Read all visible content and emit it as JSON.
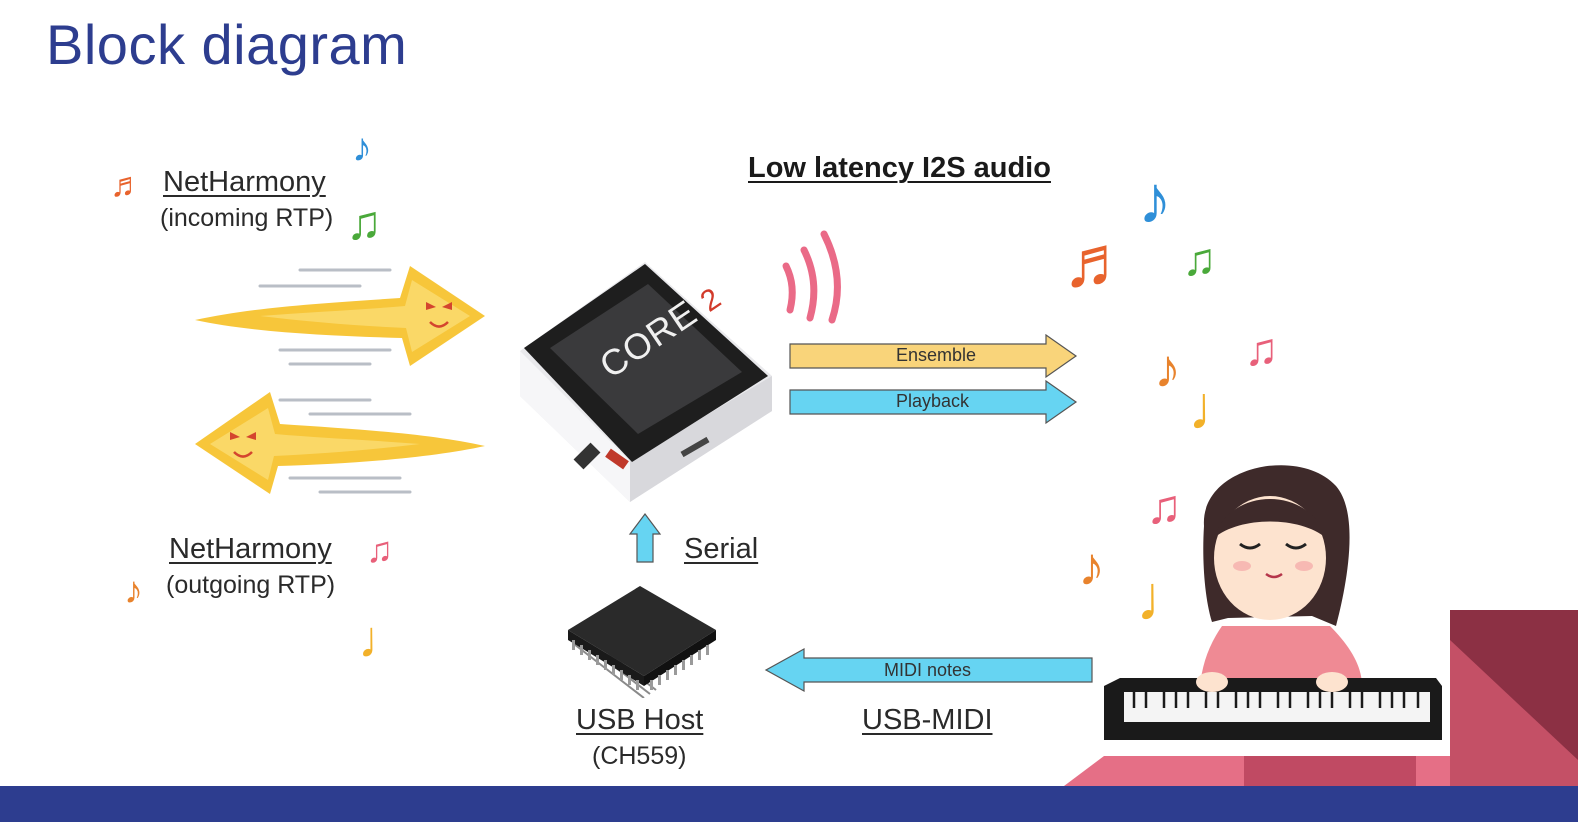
{
  "title": "Block diagram",
  "left": {
    "incoming": {
      "name": "NetHarmony",
      "detail": "(incoming RTP)"
    },
    "outgoing": {
      "name": "NetHarmony",
      "detail": "(outgoing RTP)"
    }
  },
  "device": {
    "screen_text": "CORE",
    "screen_num": "2"
  },
  "audio_title": "Low latency I2S audio",
  "arrows": {
    "ensemble": "Ensemble",
    "playback": "Playback",
    "midi": "MIDI notes"
  },
  "serial": "Serial",
  "usb_host": {
    "name": "USB Host",
    "chip": "(CH559)"
  },
  "usb_midi": "USB-MIDI",
  "colors": {
    "title": "#2d3d8f",
    "footer": "#2d3d8f",
    "ensemble": "#f9d47a",
    "playback": "#66d4f2",
    "midi": "#66d4f2",
    "corner": "#c45066"
  },
  "icons": [
    "music-note-icon",
    "fast-arrow-icon",
    "sound-wave-icon",
    "chip-icon",
    "girl-piano-icon"
  ]
}
